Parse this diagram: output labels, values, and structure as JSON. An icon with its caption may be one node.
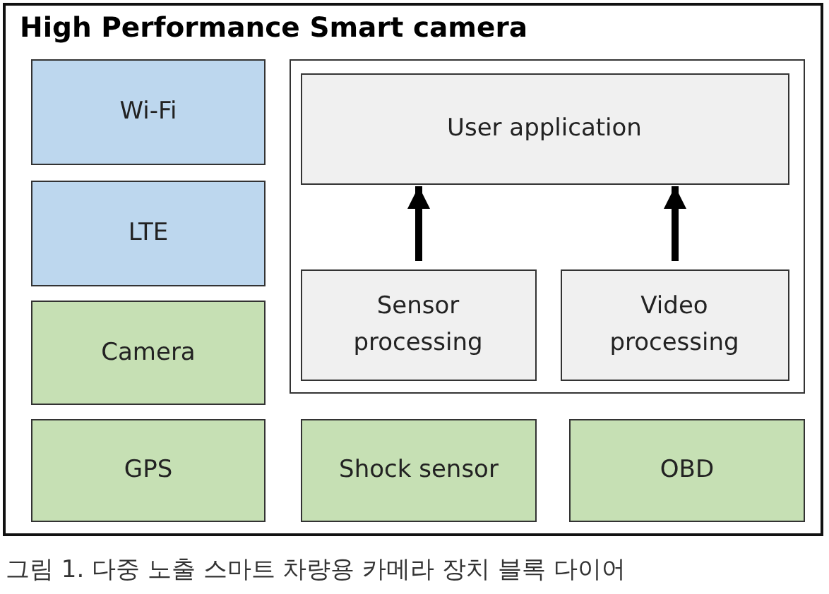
{
  "diagram": {
    "caption": "그림 1. 다중 노출 스마트 차량용 카메라 장치 블록 다이어",
    "nodes": [
      {
        "text": [
          "High Performance Smart camera"
        ]
      },
      {
        "text": [
          "Wi-Fi"
        ],
        "in": 0
      },
      {
        "text": [
          "LTE"
        ],
        "in": 0
      },
      {
        "text": [
          "Camera"
        ],
        "in": 0
      },
      {
        "text": [],
        "shape": "box",
        "in": 0
      },
      {
        "text": [
          "User application"
        ],
        "in": 4
      },
      {
        "text": [
          "Sensor processing"
        ],
        "in": 4
      },
      {
        "text": [
          "Video processing"
        ],
        "in": 4
      },
      {
        "text": [
          "GPS"
        ],
        "in": 0
      },
      {
        "text": [
          "Shock sensor"
        ],
        "in": 0
      },
      {
        "text": [
          "OBD"
        ],
        "in": 0
      }
    ],
    "edges": [
      {
        "from": 6,
        "to": 5,
        "arrow": "to"
      },
      {
        "from": 7,
        "to": 5,
        "arrow": "to"
      }
    ]
  }
}
